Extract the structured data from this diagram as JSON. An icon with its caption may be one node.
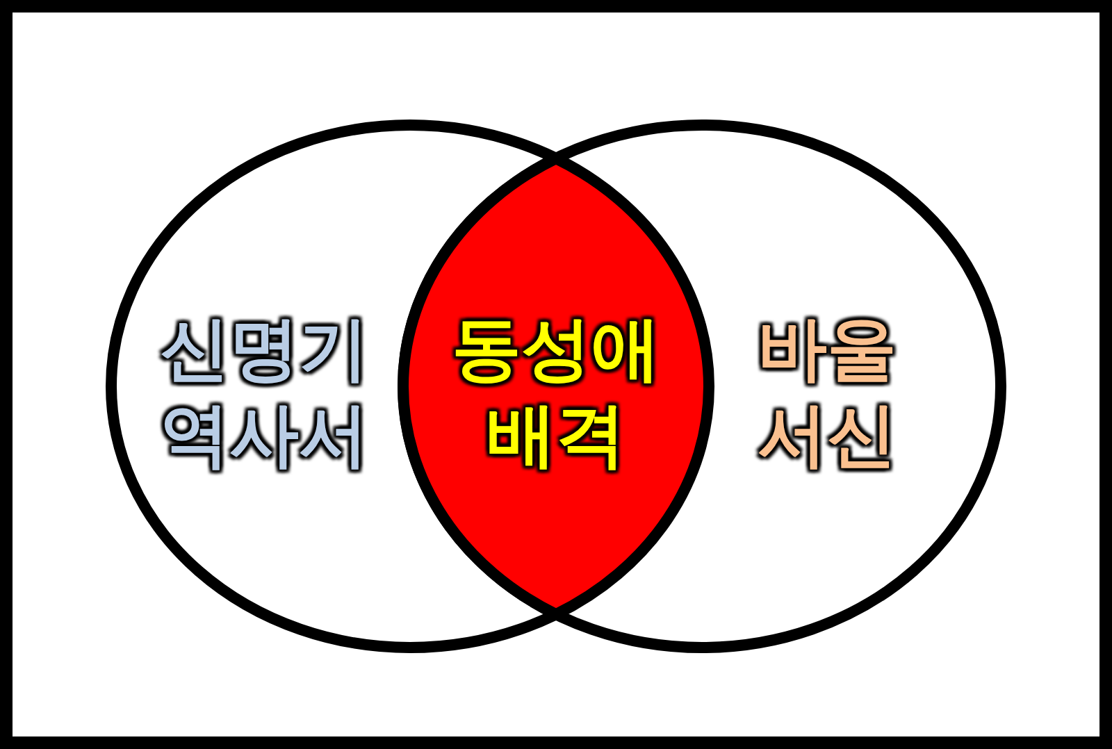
{
  "diagram": {
    "nodes": [
      {
        "text": [
          "신명기 역사서"
        ]
      },
      {
        "text": [
          "동성애 배격"
        ]
      },
      {
        "text": [
          "바울 서신"
        ]
      }
    ]
  }
}
